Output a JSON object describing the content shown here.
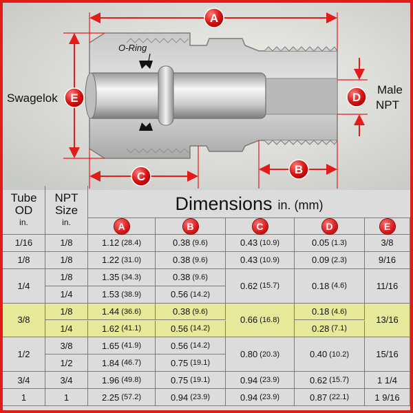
{
  "diagram": {
    "labels": {
      "o_ring": "O-Ring",
      "swagelok": "Swagelok",
      "male_npt_line1": "Male",
      "male_npt_line2": "NPT"
    },
    "callouts": [
      "A",
      "B",
      "C",
      "D",
      "E"
    ],
    "colors": {
      "red": "#e21b1b",
      "steel_light": "#d9d9d9",
      "steel_dark": "#8c8c8c",
      "highlight_row": "#e6e89a"
    }
  },
  "table": {
    "col_headers": {
      "tube_od_line1": "Tube",
      "tube_od_line2": "OD",
      "tube_od_unit": "in.",
      "npt_line1": "NPT",
      "npt_line2": "Size",
      "npt_unit": "in.",
      "dimensions_title": "Dimensions",
      "dimensions_units": "in. (mm)",
      "letters": [
        "A",
        "B",
        "C",
        "D",
        "E"
      ]
    },
    "groups": [
      {
        "tube_od": "1/16",
        "c": "0.43",
        "c_mm": "(10.9)",
        "d": "0.05",
        "d_mm": "(1.3)",
        "e": "3/8",
        "rows": [
          {
            "npt": "1/8",
            "a": "1.12",
            "a_mm": "(28.4)",
            "b": "0.38",
            "b_mm": "(9.6)"
          }
        ]
      },
      {
        "tube_od": "1/8",
        "c": "0.43",
        "c_mm": "(10.9)",
        "d": "0.09",
        "d_mm": "(2.3)",
        "e": "9/16",
        "rows": [
          {
            "npt": "1/8",
            "a": "1.22",
            "a_mm": "(31.0)",
            "b": "0.38",
            "b_mm": "(9.6)"
          }
        ]
      },
      {
        "tube_od": "1/4",
        "c": "0.62",
        "c_mm": "(15.7)",
        "d": "0.18",
        "d_mm": "(4.6)",
        "e": "11/16",
        "rows": [
          {
            "npt": "1/8",
            "a": "1.35",
            "a_mm": "(34.3)",
            "b": "0.38",
            "b_mm": "(9.6)"
          },
          {
            "npt": "1/4",
            "a": "1.53",
            "a_mm": "(38.9)",
            "b": "0.56",
            "b_mm": "(14.2)"
          }
        ]
      },
      {
        "tube_od": "3/8",
        "c": "0.66",
        "c_mm": "(16.8)",
        "e": "13/16",
        "highlight": true,
        "rows": [
          {
            "npt": "1/8",
            "a": "1.44",
            "a_mm": "(36.6)",
            "b": "0.38",
            "b_mm": "(9.6)",
            "d": "0.18",
            "d_mm": "(4.6)"
          },
          {
            "npt": "1/4",
            "a": "1.62",
            "a_mm": "(41.1)",
            "b": "0.56",
            "b_mm": "(14.2)",
            "d": "0.28",
            "d_mm": "(7.1)"
          }
        ]
      },
      {
        "tube_od": "1/2",
        "c": "0.80",
        "c_mm": "(20.3)",
        "d": "0.40",
        "d_mm": "(10.2)",
        "e": "15/16",
        "rows": [
          {
            "npt": "3/8",
            "a": "1.65",
            "a_mm": "(41.9)",
            "b": "0.56",
            "b_mm": "(14.2)"
          },
          {
            "npt": "1/2",
            "a": "1.84",
            "a_mm": "(46.7)",
            "b": "0.75",
            "b_mm": "(19.1)"
          }
        ]
      },
      {
        "tube_od": "3/4",
        "c": "0.94",
        "c_mm": "(23.9)",
        "d": "0.62",
        "d_mm": "(15.7)",
        "e": "1 1/4",
        "rows": [
          {
            "npt": "3/4",
            "a": "1.96",
            "a_mm": "(49.8)",
            "b": "0.75",
            "b_mm": "(19.1)"
          }
        ]
      },
      {
        "tube_od": "1",
        "c": "0.94",
        "c_mm": "(23.9)",
        "d": "0.87",
        "d_mm": "(22.1)",
        "e": "1 9/16",
        "rows": [
          {
            "npt": "1",
            "a": "2.25",
            "a_mm": "(57.2)",
            "b": "0.94",
            "b_mm": "(23.9)"
          }
        ]
      }
    ]
  }
}
